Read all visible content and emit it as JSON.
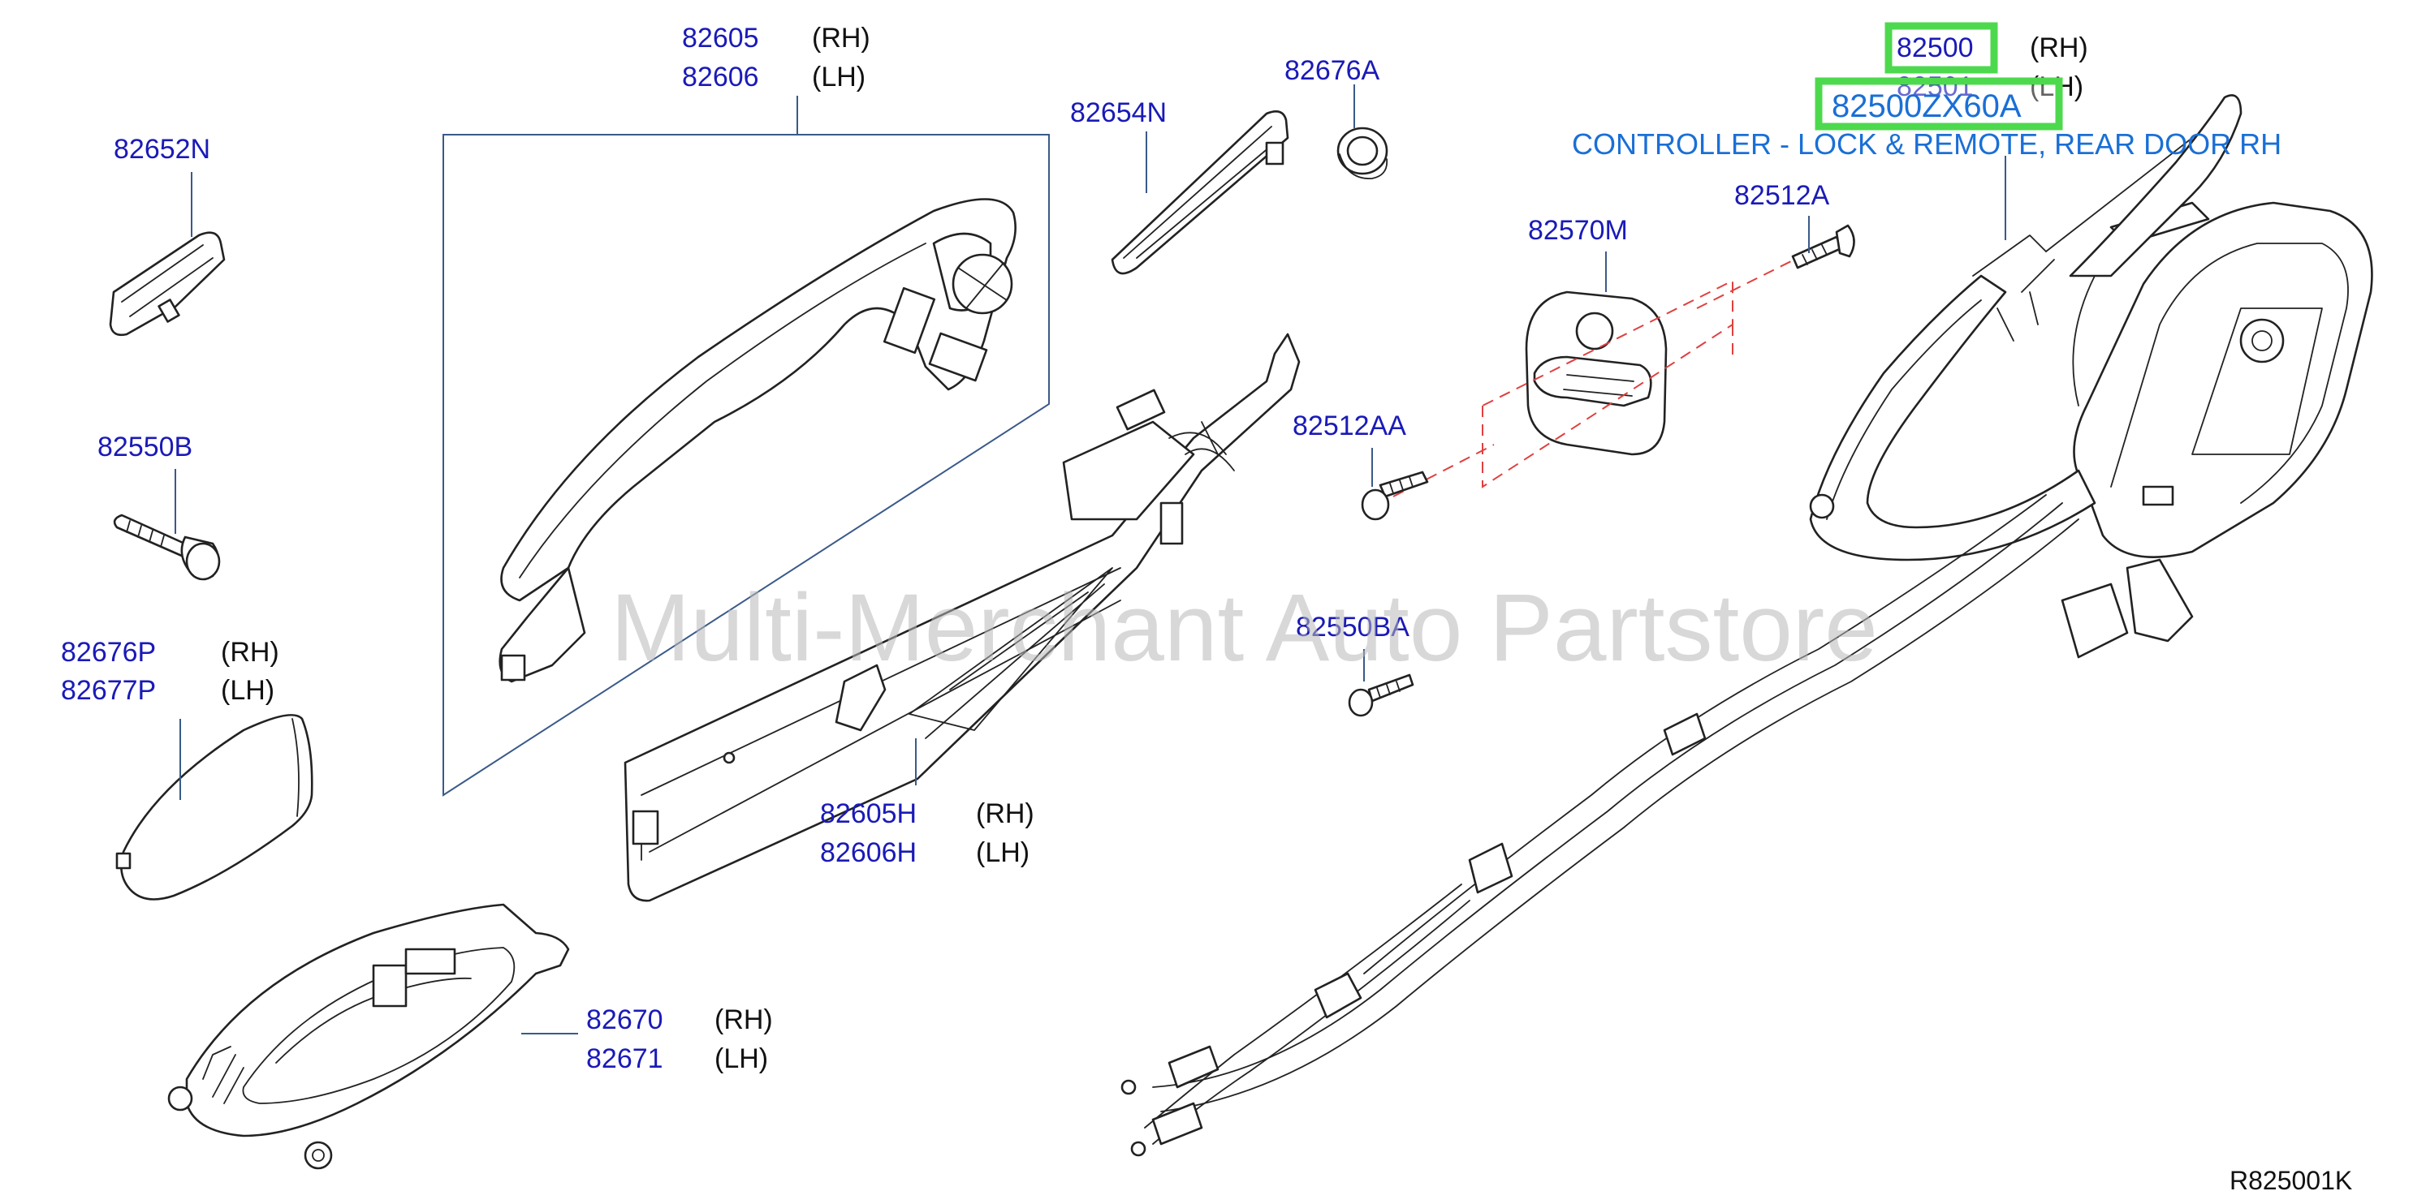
{
  "diagram": {
    "callouts": {
      "c82652N": {
        "part": "82652N"
      },
      "c82550B": {
        "part": "82550B"
      },
      "c82676P": {
        "part": "82676P",
        "side": "(RH)"
      },
      "c82677P": {
        "part": "82677P",
        "side": "(LH)"
      },
      "c82605": {
        "part": "82605",
        "side": "(RH)"
      },
      "c82606": {
        "part": "82606",
        "side": "(LH)"
      },
      "c82654N": {
        "part": "82654N"
      },
      "c82676A": {
        "part": "82676A"
      },
      "c82605H": {
        "part": "82605H",
        "side": "(RH)"
      },
      "c82606H": {
        "part": "82606H",
        "side": "(LH)"
      },
      "c82670": {
        "part": "82670",
        "side": "(RH)"
      },
      "c82671": {
        "part": "82671",
        "side": "(LH)"
      },
      "c82570M": {
        "part": "82570M"
      },
      "c82512AA": {
        "part": "82512AA"
      },
      "c82550BA": {
        "part": "82550BA"
      },
      "c82512A": {
        "part": "82512A"
      },
      "c82500": {
        "part": "82500",
        "side": "(RH)"
      },
      "c82501": {
        "part": "82501",
        "side": "(LH)"
      }
    },
    "highlight_part": "82500ZX60A",
    "highlight_description": "CONTROLLER - LOCK & REMOTE, REAR DOOR RH",
    "reference_code": "R825001K",
    "watermark": "Multi-Merchant Auto Partstore",
    "colors": {
      "part_number_text": "#1a1ab8",
      "description_text": "#1a6fd6",
      "highlight_box": "#4dd94d",
      "dashed_guides": "#e04040",
      "leader_lines": "#3a5a8a",
      "line_art": "#222222"
    }
  }
}
